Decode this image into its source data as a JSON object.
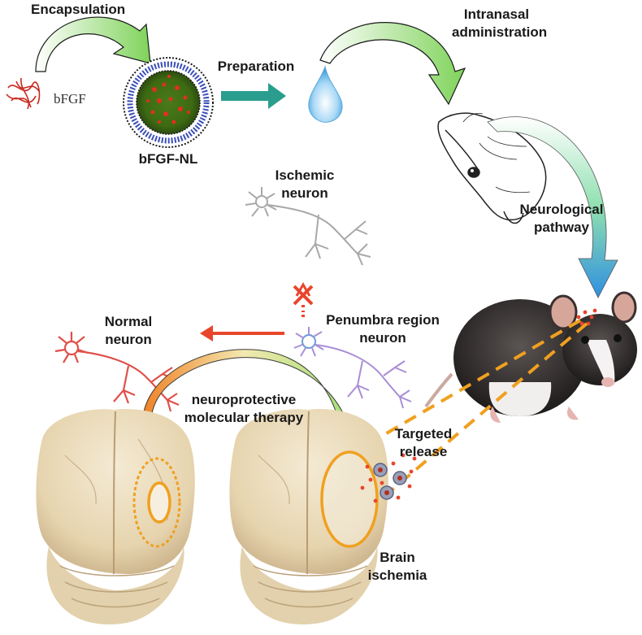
{
  "labels": {
    "encapsulation": "Encapsulation",
    "bfgf": "bFGF",
    "bfgf_nl": "bFGF-NL",
    "preparation": "Preparation",
    "intranasal_line1": "Intranasal",
    "intranasal_line2": "administration",
    "neurological_line1": "Neurological",
    "neurological_line2": "pathway",
    "ischemic_line1": "Ischemic",
    "ischemic_line2": "neuron",
    "normal_line1": "Normal",
    "normal_line2": "neuron",
    "penumbra_line1": "Penumbra region",
    "penumbra_line2": "neuron",
    "therapy_line1": "neuroprotective",
    "therapy_line2": "molecular therapy",
    "targeted_line1": "Targeted",
    "targeted_line2": "release",
    "ischemia_line1": "Brain",
    "ischemia_line2": "ischemia"
  },
  "colors": {
    "arrow_green": "#7fd35a",
    "arrow_blue": "#3aa0e0",
    "teal_arrow": "#2a9d8f",
    "orange": "#f0a020",
    "red": "#e8462c",
    "neuron_red": "#e0504a",
    "neuron_gray": "#a8a8a8",
    "neuron_purple": "#a98ed6",
    "brain_tan": "#e8d8b8"
  },
  "icons": [
    "bfgf-strands-icon",
    "nanoliposome-icon",
    "water-drop-icon",
    "rat-head-sketch-icon",
    "rat-photo-icon",
    "ischemic-neuron-icon",
    "normal-neuron-icon",
    "penumbra-neuron-icon",
    "treated-brain-icon",
    "ischemic-brain-icon",
    "blocked-x-icon"
  ]
}
